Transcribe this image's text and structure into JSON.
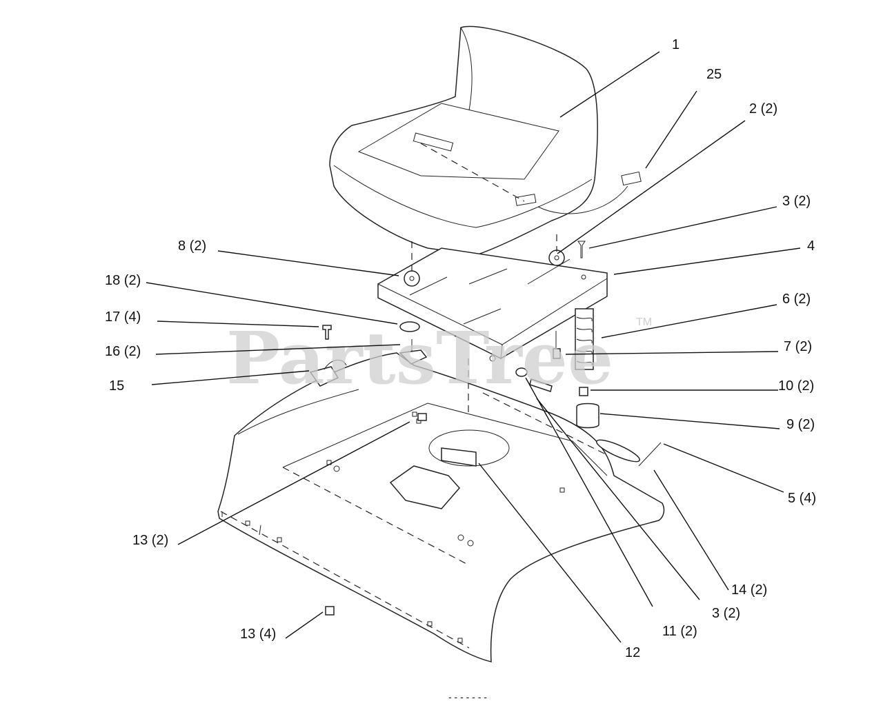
{
  "watermark": {
    "text": "PartsTree",
    "tm": "TM"
  },
  "callouts": [
    "1",
    "25",
    "2 (2)",
    "3 (2)",
    "4",
    "8 (2)",
    "18 (2)",
    "6 (2)",
    "17 (4)",
    "7 (2)",
    "16 (2)",
    "10 (2)",
    "15",
    "9 (2)",
    "5 (4)",
    "13 (2)",
    "14 (2)",
    "3 (2)",
    "11 (2)",
    "13 (4)",
    "12"
  ],
  "footer_mark": "- - - - - - -"
}
